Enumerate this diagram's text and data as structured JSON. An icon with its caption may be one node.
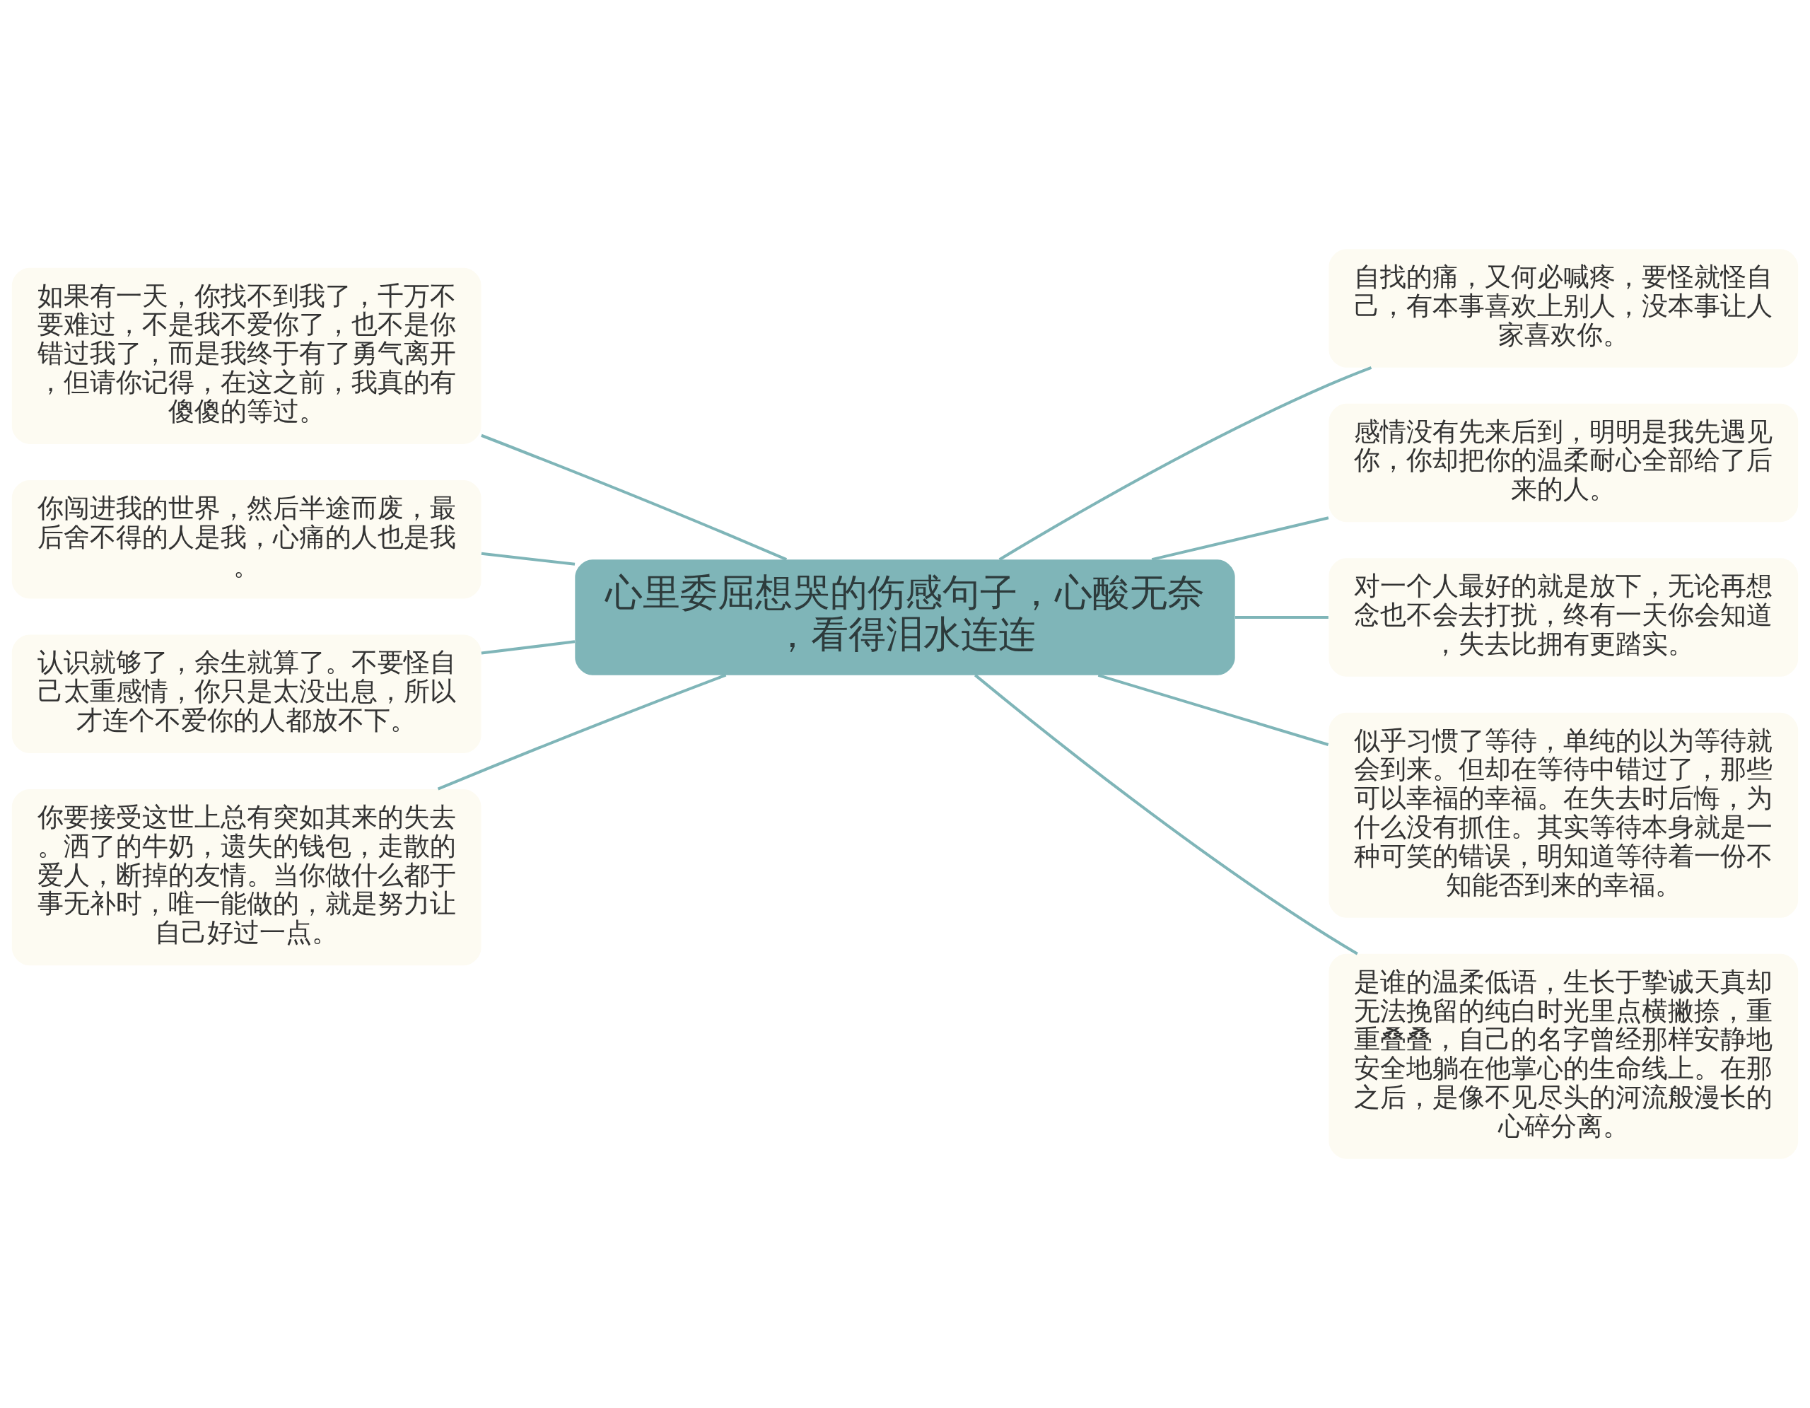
{
  "diagram": {
    "nodes": [
      {
        "text": [
          "心里委屈想哭的伤感句子，心酸无奈，看得泪水连连"
        ]
      },
      {
        "text": [
          "如果有一天，你找不到我了，千万不要难过，不是我不爱你了，也不是你错过我了，而是我终于有了勇气离开，但请你记得，在这之前，我真的有傻傻的等过。"
        ]
      },
      {
        "text": [
          "你闯进我的世界，然后半途而废，最后舍不得的人是我，心痛的人也是我。"
        ]
      },
      {
        "text": [
          "认识就够了，余生就算了。不要怪自己太重感情，你只是太没出息，所以才连个不爱你的人都放不下。"
        ]
      },
      {
        "text": [
          "你要接受这世上总有突如其来的失去。洒了的牛奶，遗失的钱包，走散的爱人，断掉的友情。当你做什么都于事无补时，唯一能做的，就是努力让自己好过一点。"
        ]
      },
      {
        "text": [
          "自找的痛，又何必喊疼，要怪就怪自己，有本事喜欢上别人，没本事让人家喜欢你。"
        ]
      },
      {
        "text": [
          "感情没有先来后到，明明是我先遇见你，你却把你的温柔耐心全部给了后来的人。"
        ]
      },
      {
        "text": [
          "对一个人最好的就是放下，无论再想念也不会去打扰，终有一天你会知道，失去比拥有更踏实。"
        ]
      },
      {
        "text": [
          "似乎习惯了等待，单纯的以为等待就会到来。但却在等待中错过了，那些可以幸福的幸福。在失去时后悔，为什么没有抓住。其实等待本身就是一种可笑的错误，明知道等待着一份不知能否到来的幸福。"
        ]
      },
      {
        "text": [
          "是谁的温柔低语，生长于挚诚天真却无法挽留的纯白时光里点横撇捺，重重叠叠，自己的名字曾经那样安静地安全地躺在他掌心的生命线上。在那之后，是像不见尽头的河流般漫长的心碎分离。"
        ]
      }
    ],
    "edges": [
      {
        "from": 0,
        "to": 1,
        "arrow": "none"
      },
      {
        "from": 0,
        "to": 2,
        "arrow": "none"
      },
      {
        "from": 0,
        "to": 3,
        "arrow": "none"
      },
      {
        "from": 0,
        "to": 4,
        "arrow": "none"
      },
      {
        "from": 0,
        "to": 5,
        "arrow": "none"
      },
      {
        "from": 0,
        "to": 6,
        "arrow": "none"
      },
      {
        "from": 0,
        "to": 7,
        "arrow": "none"
      },
      {
        "from": 0,
        "to": 8,
        "arrow": "none"
      },
      {
        "from": 0,
        "to": 9,
        "arrow": "none"
      }
    ]
  }
}
